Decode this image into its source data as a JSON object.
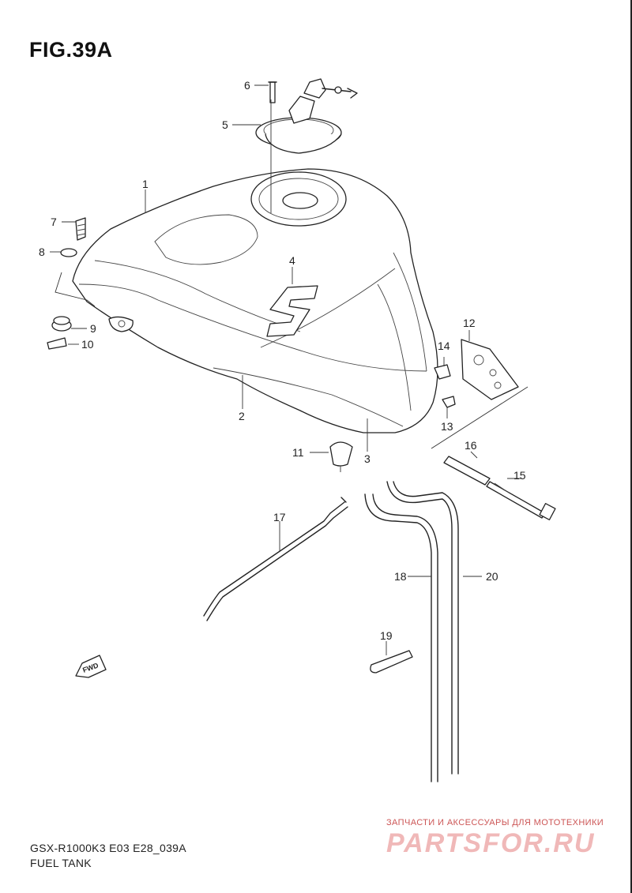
{
  "figure": {
    "title": "FIG.39A"
  },
  "labels": [
    "1",
    "2",
    "3",
    "4",
    "5",
    "6",
    "7",
    "8",
    "9",
    "10",
    "11",
    "12",
    "13",
    "14",
    "15",
    "16",
    "17",
    "18",
    "19",
    "20"
  ],
  "fwd_badge": "FWD",
  "footer": {
    "model_code": "GSX-R1000K3 E03 E28_039A",
    "caption": "FUEL TANK"
  },
  "watermark": {
    "tagline": "ЗАПЧАСТИ И АКСЕССУАРЫ ДЛЯ МОТОТЕХНИКИ",
    "logo": "PARTSFOR.RU"
  }
}
